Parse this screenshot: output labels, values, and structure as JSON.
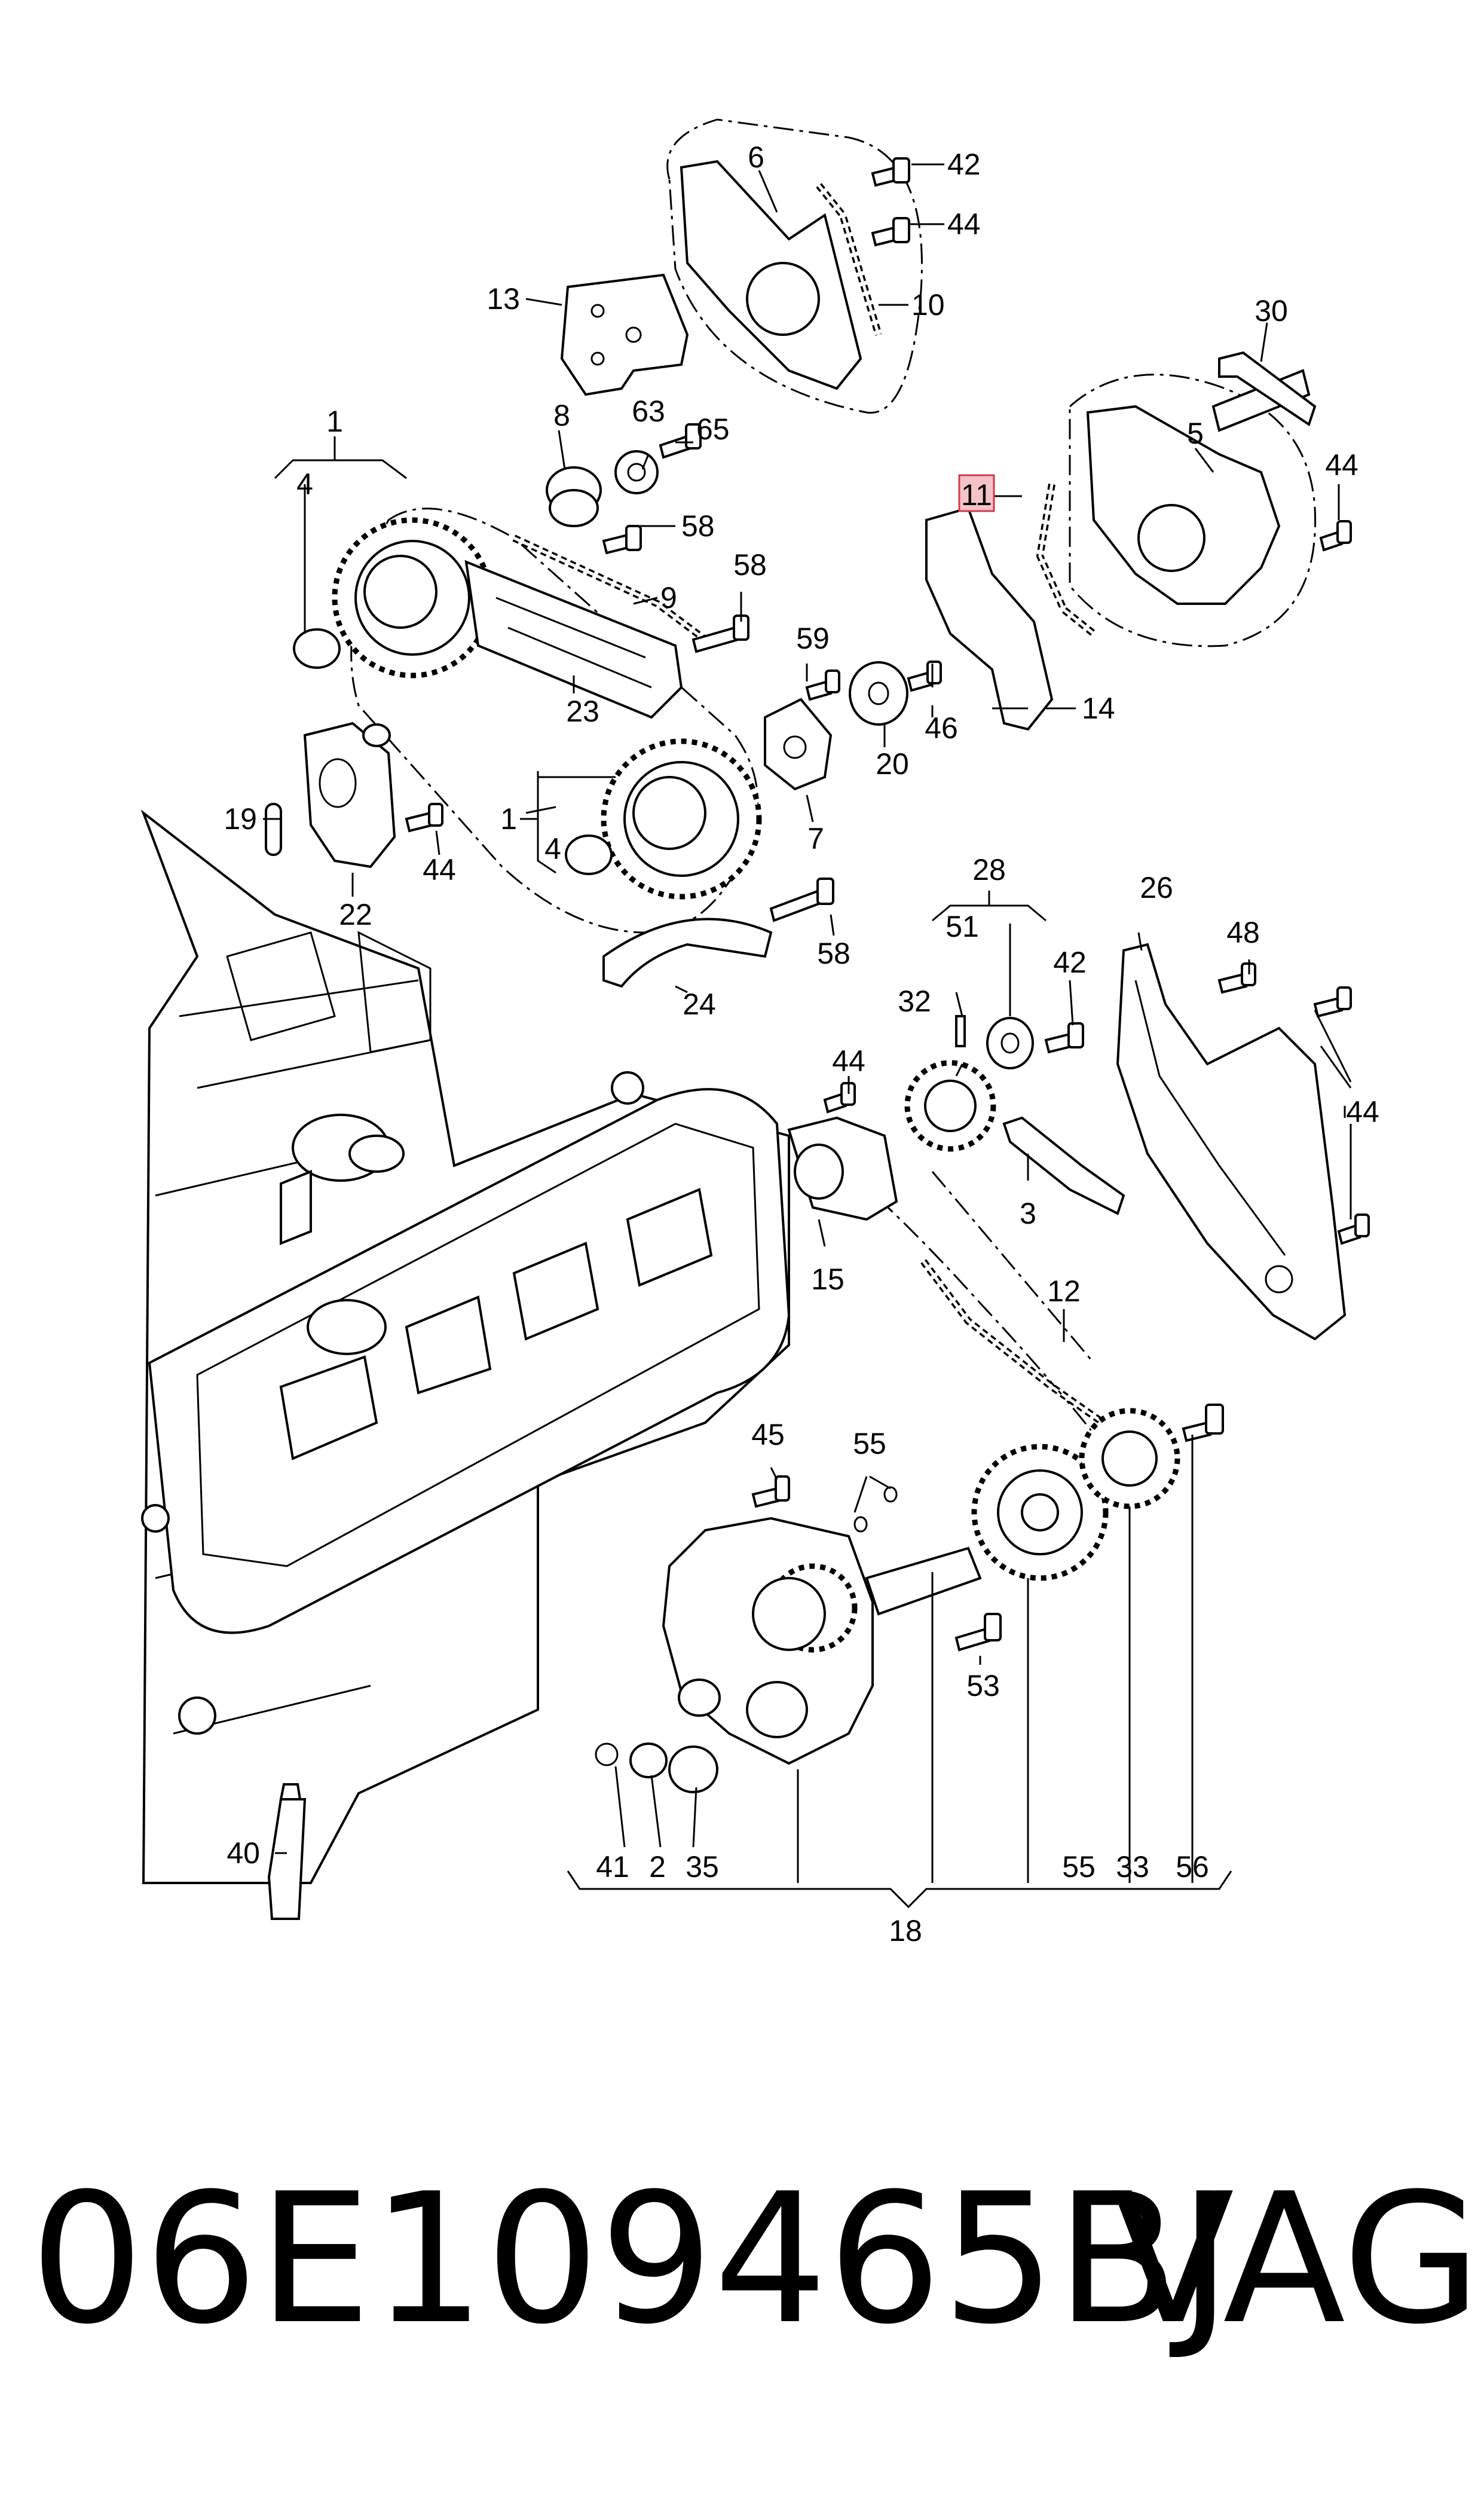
{
  "callouts": {
    "c1": "1",
    "c1b": "1",
    "c2": "2",
    "c3": "3",
    "c4": "4",
    "c4b": "4",
    "c5": "5",
    "c6": "6",
    "c7": "7",
    "c8": "8",
    "c9": "9",
    "c10": "10",
    "c11": "11",
    "c12": "12",
    "c13": "13",
    "c14": "14",
    "c15": "15",
    "c18": "18",
    "c19": "19",
    "c20": "20",
    "c22": "22",
    "c23": "23",
    "c24": "24",
    "c26": "26",
    "c28": "28",
    "c30": "30",
    "c32": "32",
    "c33": "33",
    "c35": "35",
    "c40": "40",
    "c41": "41",
    "c42": "42",
    "c42b": "42",
    "c44a": "44",
    "c44b": "44",
    "c44c": "44",
    "c44d": "44",
    "c44e": "44",
    "c45": "45",
    "c46": "46",
    "c48": "48",
    "c51": "51",
    "c53": "53",
    "c55a": "55",
    "c55b": "55",
    "c56": "56",
    "c58a": "58",
    "c58b": "58",
    "c58c": "58",
    "c59": "59",
    "c63": "63",
    "c65": "65"
  },
  "highlighted_callout": "11",
  "highlight_color": "#f4c3c8",
  "footer": {
    "part_number": "06E109465BJ",
    "brand": "VAG"
  }
}
